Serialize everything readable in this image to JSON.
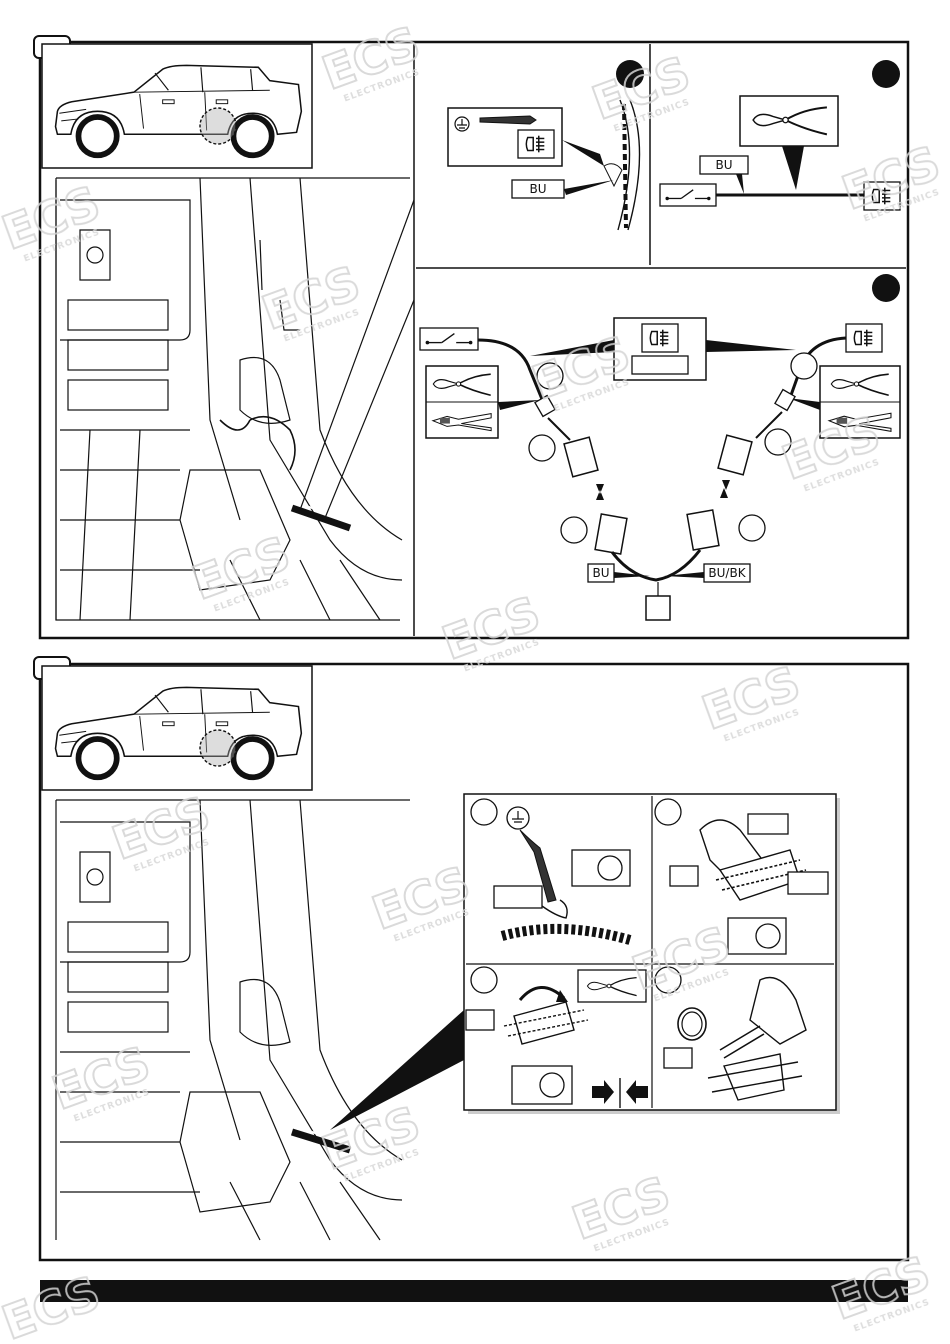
{
  "step1": {
    "step_number": "",
    "callout_a": {
      "marker": "●",
      "wire_label": "BU"
    },
    "callout_b": {
      "marker": "●",
      "wire_label": "BU"
    },
    "callout_c": {
      "marker": "●",
      "left_wire_label": "BU",
      "right_wire_label": "BU/BK",
      "bottom_box_label": ""
    }
  },
  "step2": {
    "step_number": ""
  },
  "icons": {
    "fog-lamp": "rear fog lamp symbol",
    "ground": "ground symbol",
    "switch": "switch symbol",
    "pliers": "side cutter",
    "crimp": "crimp tool"
  },
  "colors": {
    "line": "#111111",
    "watermark": "#d4d4d4",
    "footer_bar": "#111111"
  }
}
